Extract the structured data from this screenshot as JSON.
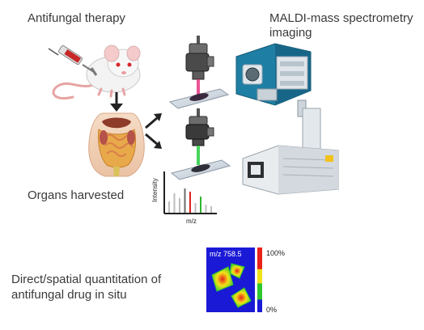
{
  "labels": {
    "antifungal": "Antifungal therapy",
    "maldi_line1": "MALDI-mass spectrometry",
    "maldi_line2": "imaging",
    "organs": "Organs harvested",
    "quant_line1": "Direct/spatial quantitation of",
    "quant_line2": "antifungal drug in situ"
  },
  "spectrum": {
    "y_axis_label": "Intensity",
    "x_axis_label": "m/z",
    "peak_colors": [
      "#bdbdbd",
      "#bdbdbd",
      "#bdbdbd",
      "#6b6b6b",
      "#e02020",
      "#bdbdbd",
      "#2fb52f",
      "#bdbdbd",
      "#bdbdbd"
    ]
  },
  "ion_image": {
    "title": "m/z 758.5",
    "scale_max": "100%",
    "scale_min": "0%",
    "colors": {
      "background": "#1a1ad6",
      "high": "#e8221a",
      "mid": "#f2e218",
      "low": "#2ec82e"
    }
  },
  "accent": {
    "laser_top": "#e8408a",
    "laser_bottom": "#34d04a",
    "instrument_teal": "#1f7ea3"
  }
}
